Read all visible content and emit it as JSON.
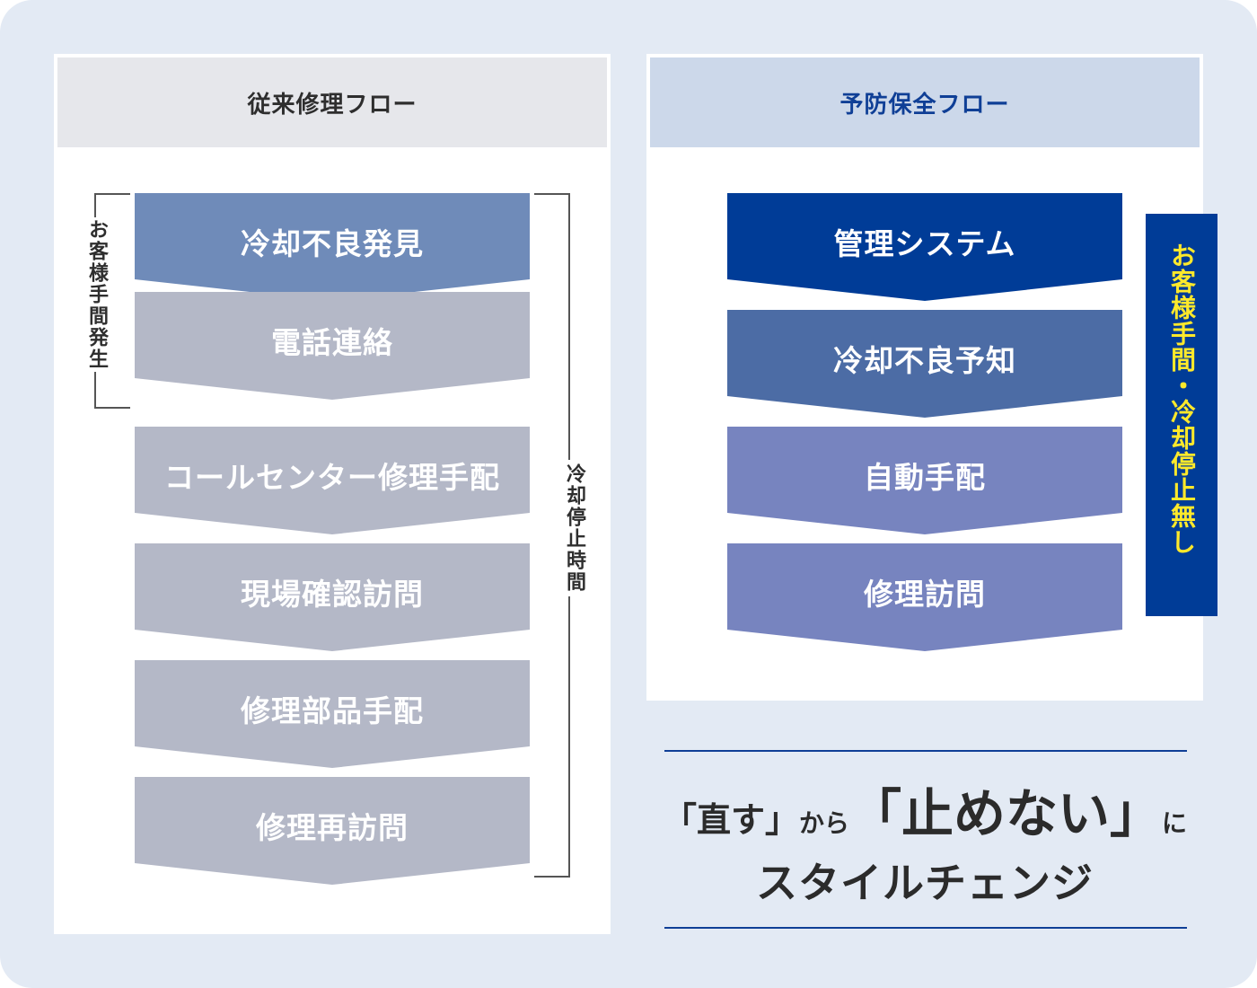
{
  "traditional_flow": {
    "title": "従来修理フロー",
    "steps": [
      "冷却不良発見",
      "電話連絡",
      "コールセンター修理手配",
      "現場確認訪問",
      "修理部品手配",
      "修理再訪問"
    ],
    "bracket_customer_label": "お客様手間発生",
    "bracket_downtime_label": "冷却停止時間"
  },
  "preventive_flow": {
    "title": "予防保全フロー",
    "steps": [
      "管理システム",
      "冷却不良予知",
      "自動手配",
      "修理訪問"
    ],
    "badge_label": "お客様手間・冷却停止無し"
  },
  "slogan": {
    "line1": [
      "「直す」",
      "から",
      "「止めない」",
      "に"
    ],
    "line2": "スタイルチェンジ"
  },
  "colors": {
    "background": "#e3eaf4",
    "traditional_header": "#e6e7eb",
    "preventive_header": "#ccd8ea",
    "step_gray": "#b4b8c7",
    "step_first": "#6f8bb9",
    "step_navy": "#003c97",
    "step_mid": "#4c6ca5",
    "step_light": "#7784bf",
    "badge_text": "#ffe92b"
  }
}
